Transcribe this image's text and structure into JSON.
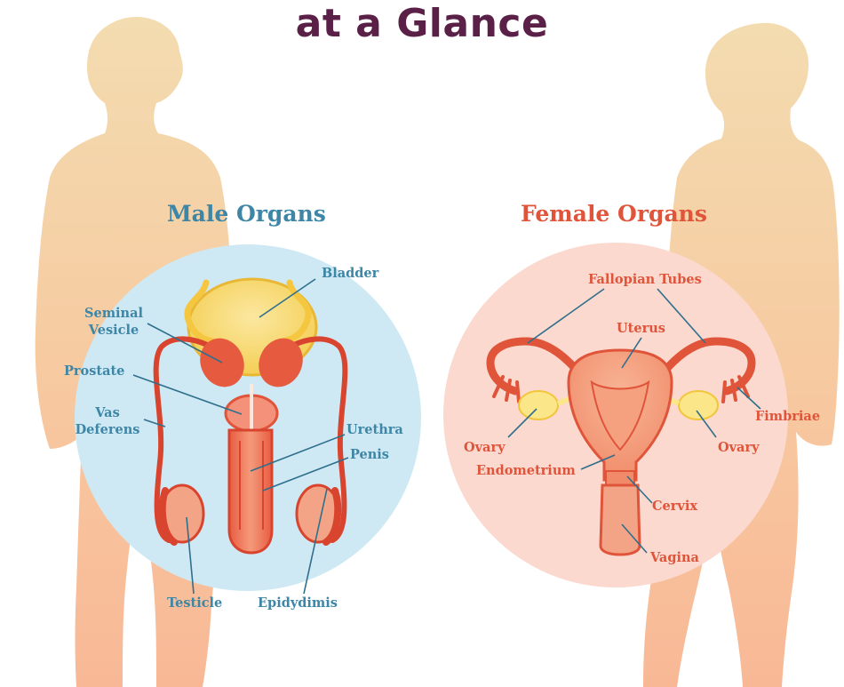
{
  "title": "at a Glance",
  "colors": {
    "title": "#5b2047",
    "male_accent": "#3d86a6",
    "female_accent": "#e0543a",
    "male_circle": "#cfe9f4",
    "female_circle": "#fbd9cf",
    "silhouette_top": "#f3dcb0",
    "silhouette_bottom": "#f8b896"
  },
  "male": {
    "heading": "Male Organs",
    "labels": {
      "bladder": "Bladder",
      "seminal_vesicle_1": "Seminal",
      "seminal_vesicle_2": "Vesicle",
      "prostate": "Prostate",
      "vas_deferens_1": "Vas",
      "vas_deferens_2": "Deferens",
      "urethra": "Urethra",
      "penis": "Penis",
      "testicle": "Testicle",
      "epididymis": "Epidydimis"
    }
  },
  "female": {
    "heading": "Female Organs",
    "labels": {
      "fallopian_tubes": "Fallopian Tubes",
      "uterus": "Uterus",
      "fimbriae": "Fimbriae",
      "ovary_left": "Ovary",
      "ovary_right": "Ovary",
      "endometrium": "Endometrium",
      "cervix": "Cervix",
      "vagina": "Vagina"
    }
  }
}
